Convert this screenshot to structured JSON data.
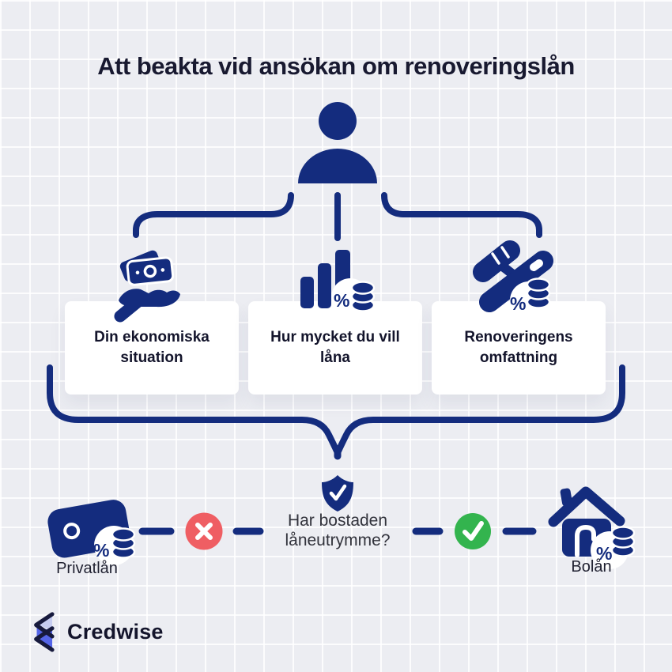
{
  "title": "Att beakta vid ansökan om renoveringslån",
  "colors": {
    "navy": "#142C7E",
    "red": "#EF5E63",
    "green": "#33B44E",
    "background": "#ECEDF2",
    "card": "#FFFFFF",
    "title_text": "#181930",
    "logo_lavender": "#C7CDF1",
    "logo_periwinkle": "#5565E8"
  },
  "person": {
    "icon": "person-icon"
  },
  "factors": [
    {
      "icon": "money-in-hand-icon",
      "label": "Din ekonomiska situation"
    },
    {
      "icon": "loan-amount-chart-icon",
      "label": "Hur mycket du vill låna"
    },
    {
      "icon": "renovation-tools-icon",
      "label": "Renoveringens omfattning"
    }
  ],
  "question": {
    "icon": "shield-check-icon",
    "line1": "Har bostaden",
    "line2": "låneutrymme?"
  },
  "outcomes": {
    "no": {
      "mark": "cross",
      "icon": "wallet-icon",
      "label": "Privatlån"
    },
    "yes": {
      "mark": "check",
      "icon": "house-icon",
      "label": "Bolån"
    }
  },
  "percent_symbol": "%",
  "logo": {
    "icon": "credwise-logo-mark",
    "text": "Credwise"
  }
}
